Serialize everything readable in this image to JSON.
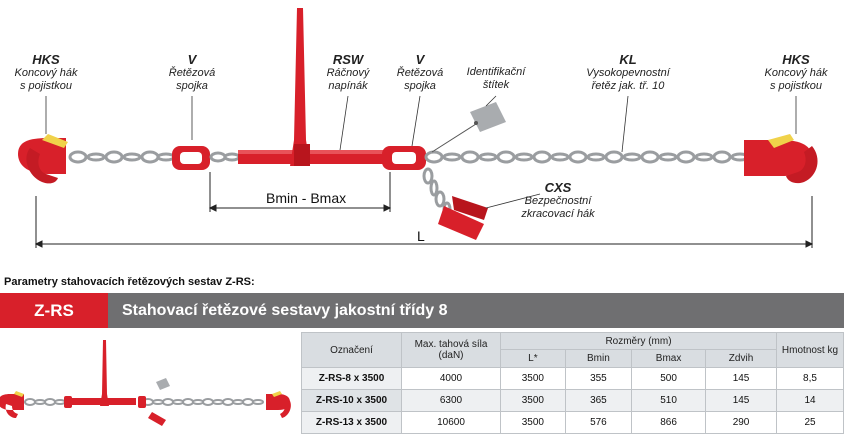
{
  "diagram": {
    "labels": [
      {
        "code": "HKS",
        "line1": "Koncový hák",
        "line2": "s pojistkou"
      },
      {
        "code": "V",
        "line1": "Řetězová",
        "line2": "spojka"
      },
      {
        "code": "RSW",
        "line1": "Ráčnový",
        "line2": "napínák"
      },
      {
        "code": "V",
        "line1": "Řetězová",
        "line2": "spojka"
      },
      {
        "code": "",
        "line1": "Identifikační",
        "line2": "štítek"
      },
      {
        "code": "KL",
        "line1": "Vysokopevnostní",
        "line2": "řetěz jak. tř. 10"
      },
      {
        "code": "HKS",
        "line1": "Koncový hák",
        "line2": "s pojistkou"
      }
    ],
    "cxs": {
      "code": "CXS",
      "line1": "Bezpečnostní",
      "line2": "zkracovací hák"
    },
    "dim_bmin_bmax": "Bmin - Bmax",
    "dim_l": "L"
  },
  "section_title": "Parametry stahovacích řetězových sestav Z-RS:",
  "band": {
    "code": "Z-RS",
    "title": "Stahovací řetězové sestavy jakostní třídy 8"
  },
  "table": {
    "h_name": "Označení",
    "h_force": "Max. tahová síla (daN)",
    "h_dims": "Rozměry (mm)",
    "h_weight": "Hmotnost kg",
    "sub": {
      "L": "L*",
      "Bmin": "Bmin",
      "Bmax": "Bmax",
      "Zdvih": "Zdvih"
    },
    "rows": [
      {
        "name": "Z-RS-8 x 3500",
        "force": "4000",
        "L": "3500",
        "Bmin": "355",
        "Bmax": "500",
        "Zdvih": "145",
        "weight": "8,5"
      },
      {
        "name": "Z-RS-10 x 3500",
        "force": "6300",
        "L": "3500",
        "Bmin": "365",
        "Bmax": "510",
        "Zdvih": "145",
        "weight": "14"
      },
      {
        "name": "Z-RS-13 x 3500",
        "force": "10600",
        "L": "3500",
        "Bmin": "576",
        "Bmax": "866",
        "Zdvih": "290",
        "weight": "25"
      }
    ]
  },
  "colors": {
    "red": "#d8202a",
    "grey_band": "#6f6f71",
    "chain": "#9a9da0",
    "hook_yellow": "#f0d24a",
    "tag": "#a9acaf"
  }
}
